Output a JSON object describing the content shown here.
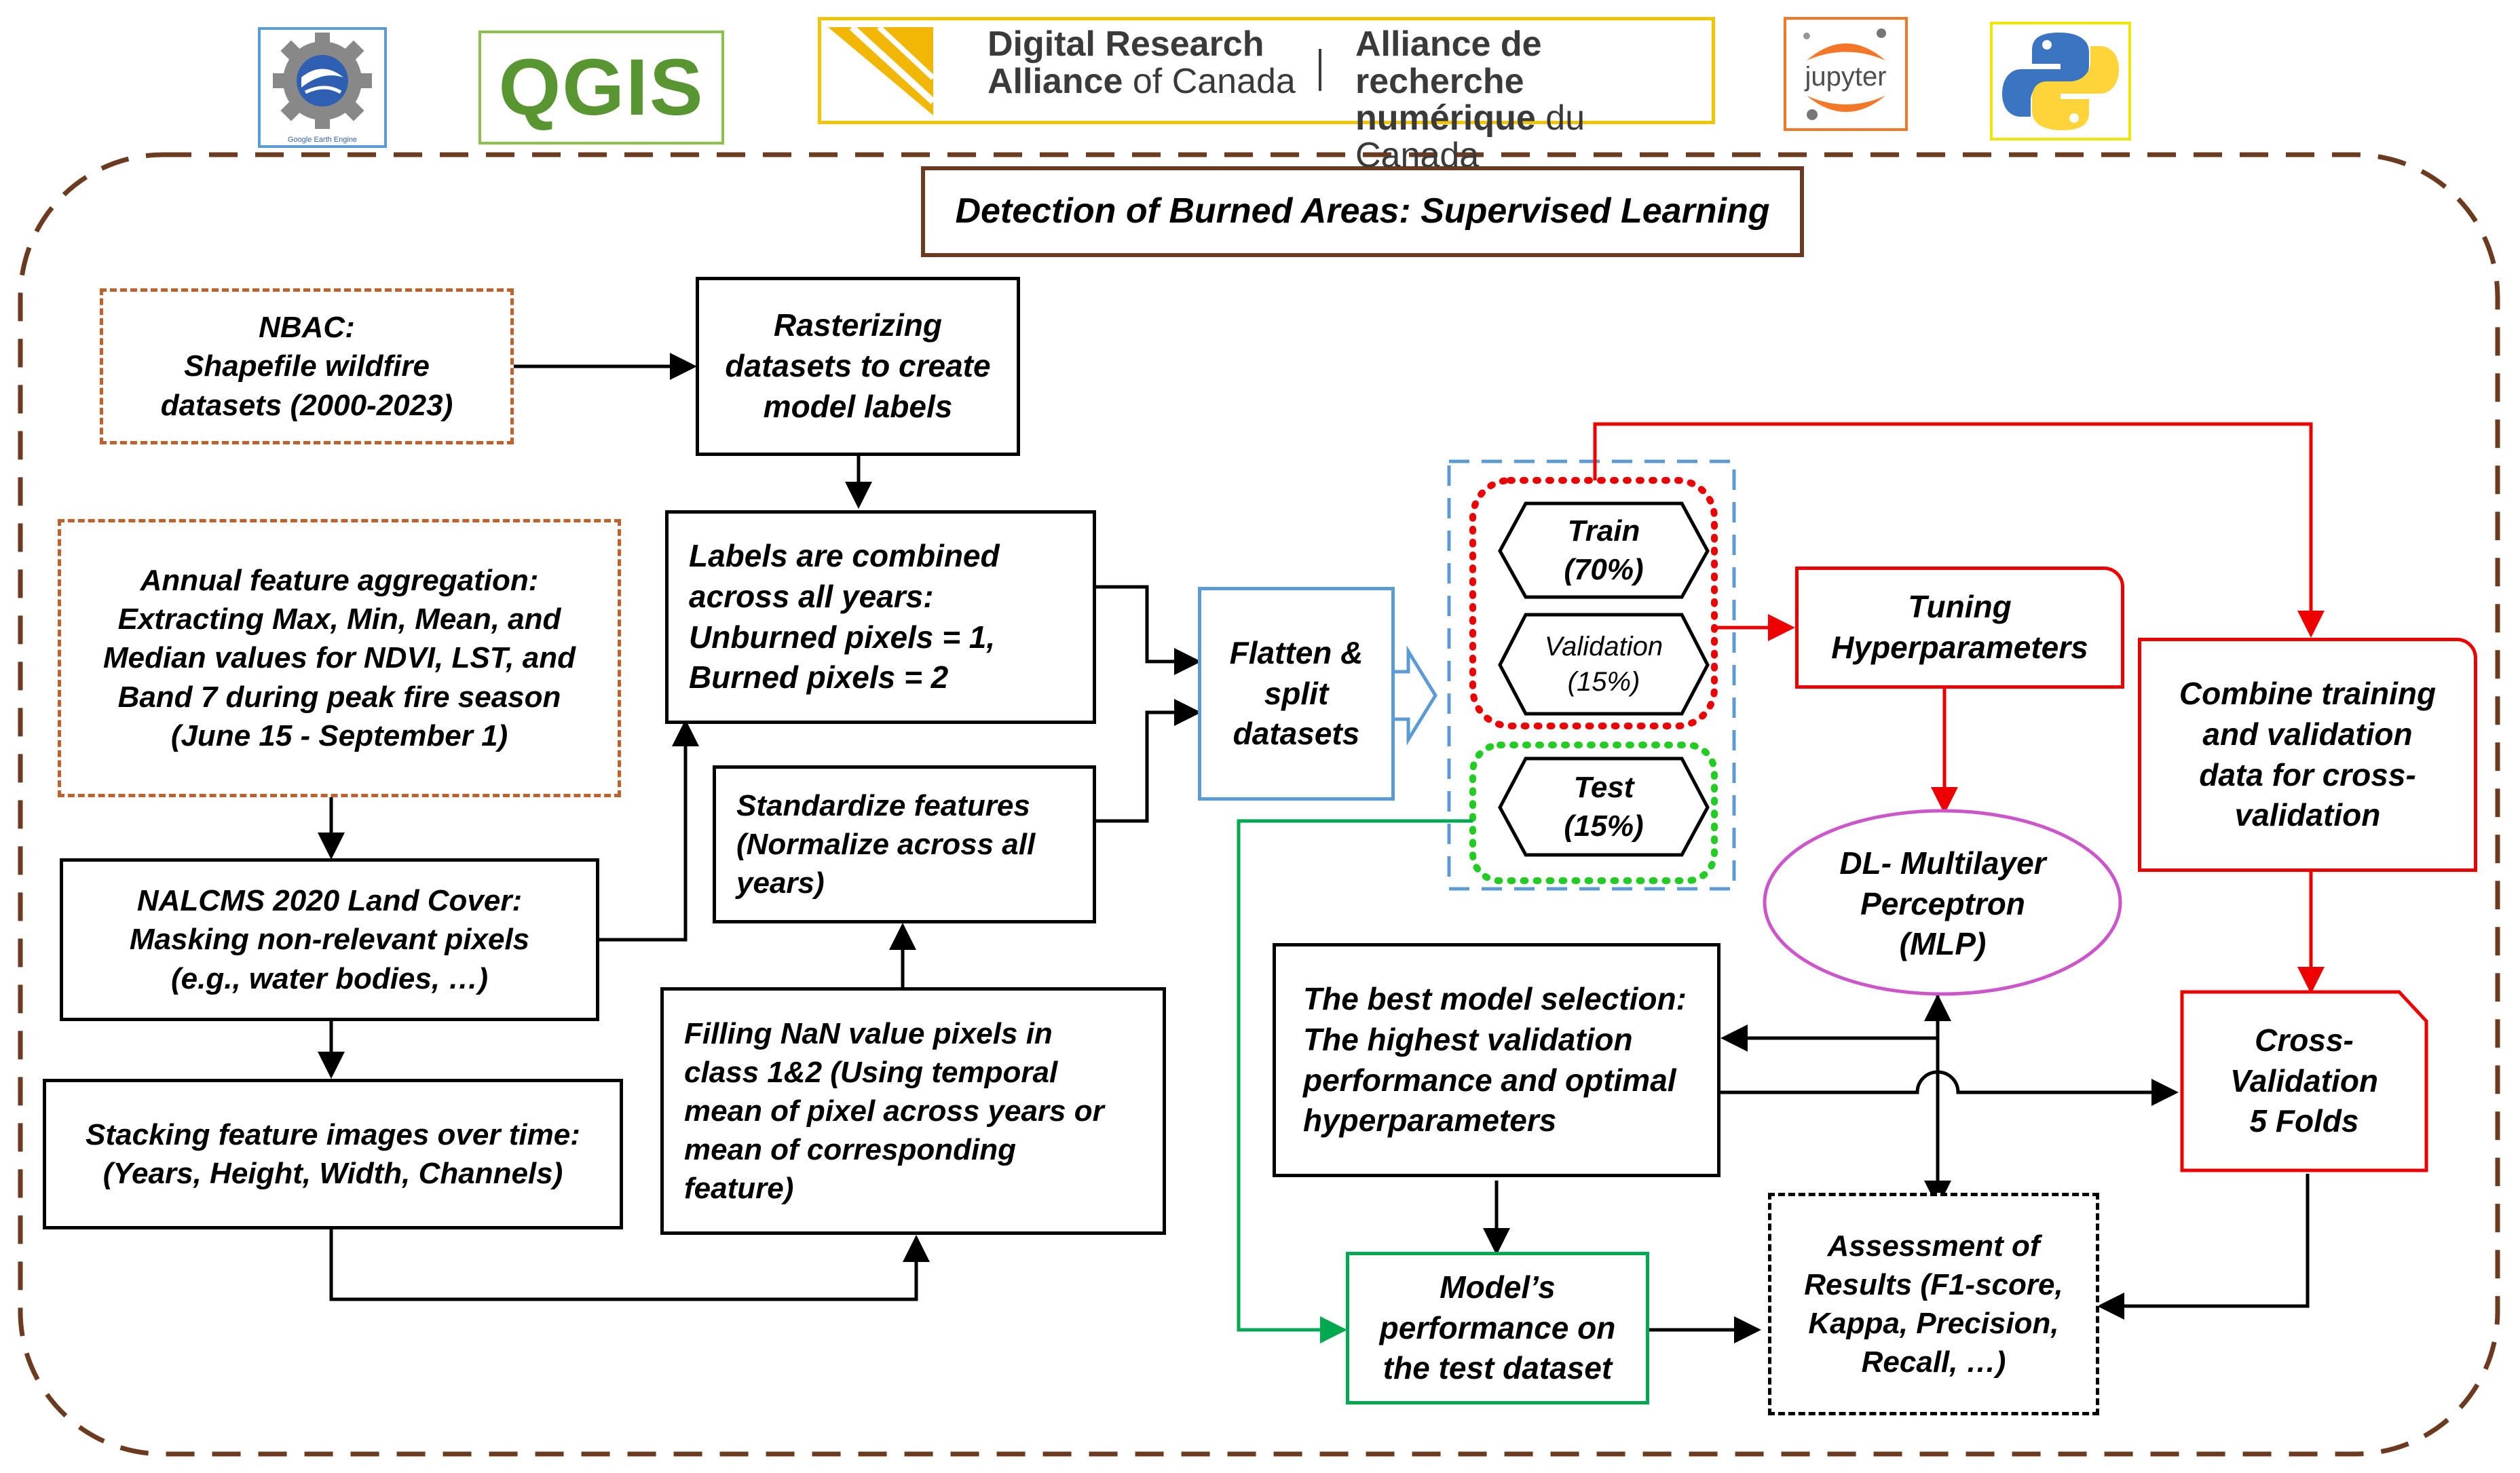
{
  "header": {
    "title": "Detection of Burned Areas: Supervised Learning"
  },
  "logos": {
    "gee_caption": "Google Earth Engine",
    "qgis": "QGIS",
    "alliance_en_1": "Digital Research",
    "alliance_en_2_a": "Alliance",
    "alliance_en_2_b": "of Canada",
    "alliance_fr_1": "Alliance de recherche",
    "alliance_fr_2_a": "numérique",
    "alliance_fr_2_b": "du Canada",
    "jupyter": "jupyter"
  },
  "nodes": {
    "nbac": [
      "NBAC:",
      "Shapefile wildfire",
      "datasets (2000-2023)"
    ],
    "rasterize": [
      "Rasterizing",
      "datasets to create",
      "model labels"
    ],
    "annual": [
      "Annual feature aggregation:",
      "Extracting Max, Min, Mean,  and",
      "Median values for NDVI, LST, and",
      "Band 7 during peak fire season",
      "(June 15 - September 1)"
    ],
    "labels": [
      "Labels are combined",
      "across all years:",
      "Unburned pixels = 1,",
      "Burned pixels = 2"
    ],
    "standardize": [
      "Standardize features",
      "(Normalize across all",
      "years)"
    ],
    "nalcms": [
      "NALCMS 2020 Land Cover:",
      "Masking non-relevant pixels",
      "(e.g., water bodies, …)"
    ],
    "filling": [
      "Filling NaN value pixels in",
      "class 1&2 (Using temporal",
      "mean of pixel across years or",
      "mean of corresponding",
      "feature)"
    ],
    "stacking": [
      "Stacking feature images over time:",
      "(Years, Height, Width, Channels)"
    ],
    "flatten": [
      "Flatten &",
      "split",
      "datasets"
    ],
    "train": [
      "Train",
      "(70%)"
    ],
    "validation": [
      "Validation",
      "(15%)"
    ],
    "test": [
      "Test",
      "(15%)"
    ],
    "tuning": [
      "Tuning",
      "Hyperparameters"
    ],
    "combine": [
      "Combine training",
      "and validation",
      "data for cross-",
      "validation"
    ],
    "mlp": [
      "DL- Multilayer",
      "Perceptron",
      "(MLP)"
    ],
    "best": [
      "The best model selection:",
      "The highest validation",
      "performance and optimal",
      "hyperparameters"
    ],
    "cv": [
      "Cross-",
      "Validation",
      "5 Folds"
    ],
    "assessment": [
      "Assessment of",
      "Results (F1-score,",
      "Kappa, Precision,",
      "Recall, …)"
    ],
    "performance": [
      "Model’s",
      "performance on",
      "the test dataset"
    ]
  },
  "colors": {
    "frame": "#6b3a1f",
    "dashed_orange": "#c0612b",
    "red": "#ee0000",
    "green": "#00a850",
    "blue": "#5b9bd5",
    "mlp_border": "#cc55cc",
    "alliance_gold": "#f2b705",
    "jupyter_orange": "#f37726"
  }
}
